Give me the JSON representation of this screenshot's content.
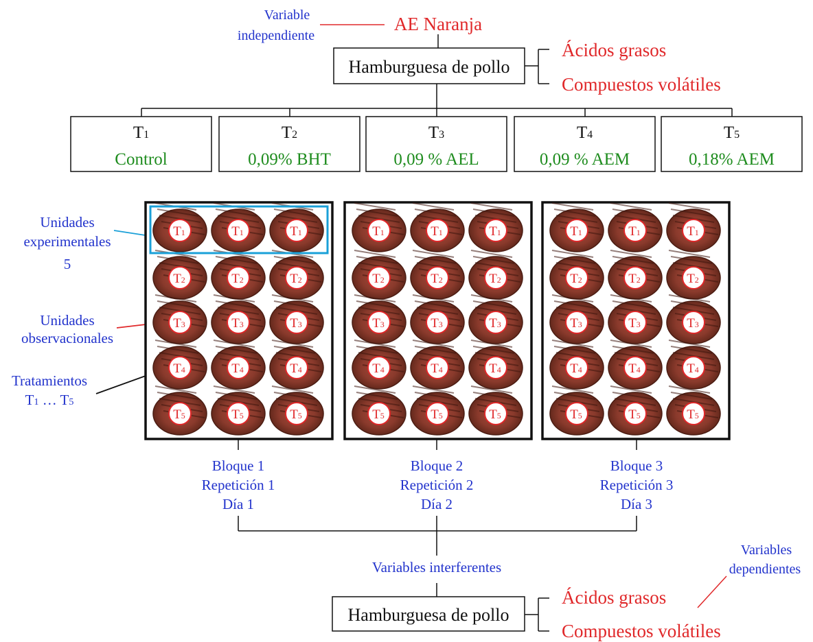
{
  "top": {
    "variable_independiente_line1": "Variable",
    "variable_independiente_line2": "independiente",
    "extract": "AE Naranja",
    "product": "Hamburguesa de pollo",
    "response_1": "Ácidos grasos",
    "response_2": "Compuestos volátiles"
  },
  "treatments": [
    {
      "letter": "T",
      "sub": "1",
      "desc": "Control"
    },
    {
      "letter": "T",
      "sub": "2",
      "desc": "0,09% BHT"
    },
    {
      "letter": "T",
      "sub": "3",
      "desc": "0,09 % AEL"
    },
    {
      "letter": "T",
      "sub": "4",
      "desc": "0,09 % AEM"
    },
    {
      "letter": "T",
      "sub": "5",
      "desc": "0,18% AEM"
    }
  ],
  "left_labels": {
    "unidades_experimentales_1": "Unidades",
    "unidades_experimentales_2": "experimentales",
    "unidades_experimentales_count": "5",
    "unidades_observacionales_1": "Unidades",
    "unidades_observacionales_2": "observacionales",
    "tratamientos_1": "Tratamientos",
    "tratamientos_2_a": "T",
    "tratamientos_2_sub_a": "1",
    "tratamientos_2_mid": " … T",
    "tratamientos_2_sub_b": "5"
  },
  "blocks": [
    {
      "bloque": "Bloque 1",
      "repeticion": "Repetición 1",
      "dia": "Día 1"
    },
    {
      "bloque": "Bloque 2",
      "repeticion": "Repetición 2",
      "dia": "Día 2"
    },
    {
      "bloque": "Bloque 3",
      "repeticion": "Repetición 3",
      "dia": "Día 3"
    }
  ],
  "patty_labels": [
    {
      "letter": "T",
      "sub": "1"
    },
    {
      "letter": "T",
      "sub": "2"
    },
    {
      "letter": "T",
      "sub": "3"
    },
    {
      "letter": "T",
      "sub": "4"
    },
    {
      "letter": "T",
      "sub": "5"
    }
  ],
  "bottom": {
    "interferentes": "Variables interferentes",
    "product": "Hamburguesa de pollo",
    "response_1": "Ácidos grasos",
    "response_2": "Compuestos volátiles",
    "dependientes_1": "Variables",
    "dependientes_2": "dependientes"
  },
  "colors": {
    "blue": "#2233cc",
    "red": "#e0282a",
    "green": "#1e8c1e",
    "light_blue": "#1aa0d8",
    "patty": "#8a3a2c"
  }
}
